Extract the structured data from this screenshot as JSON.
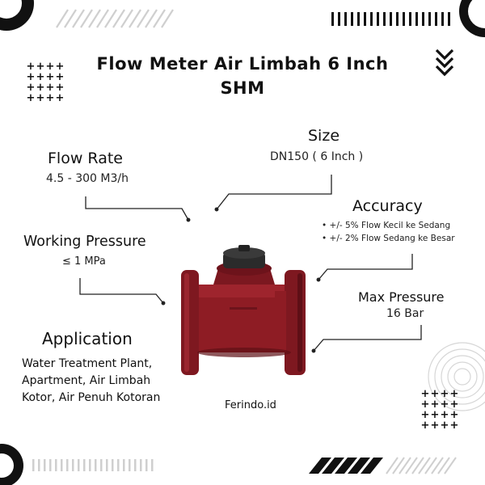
{
  "title": {
    "line1": "Flow Meter Air Limbah 6 Inch",
    "line2": "SHM"
  },
  "specs": {
    "flow_rate": {
      "heading": "Flow Rate",
      "value": "4.5 - 300 M3/h"
    },
    "size": {
      "heading": "Size",
      "value": "DN150 ( 6 Inch )"
    },
    "accuracy": {
      "heading": "Accuracy",
      "items": [
        "+/- 5% Flow Kecil ke Sedang",
        "+/- 2% Flow Sedang ke Besar"
      ]
    },
    "working_pressure": {
      "heading": "Working Pressure",
      "value": "≤ 1 MPa"
    },
    "max_pressure": {
      "heading": "Max Pressure",
      "value": "16 Bar"
    },
    "application": {
      "heading": "Application",
      "lines": [
        "Water Treatment Plant,",
        "Apartment, Air Limbah",
        "Kotor, Air Penuh Kotoran"
      ]
    }
  },
  "brand": "Ferindo.id",
  "colors": {
    "accent": "#111111",
    "meter_body": "#8e1c24",
    "meter_dark": "#5e0f16",
    "meter_cap": "#2b2b2b"
  }
}
